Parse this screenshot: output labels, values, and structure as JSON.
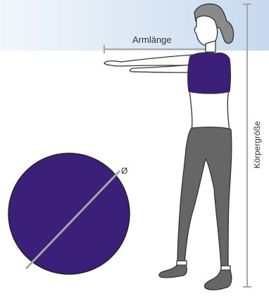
{
  "labels": {
    "arm_length": "Armlänge",
    "diameter": "Ø",
    "body_height": "Körpergröße"
  },
  "colors": {
    "ball": "#3b1f78",
    "top": "#3b1f78",
    "leggings": "#666666",
    "measure_line": "#a6a6a6",
    "banner": "#dbe7f4"
  }
}
